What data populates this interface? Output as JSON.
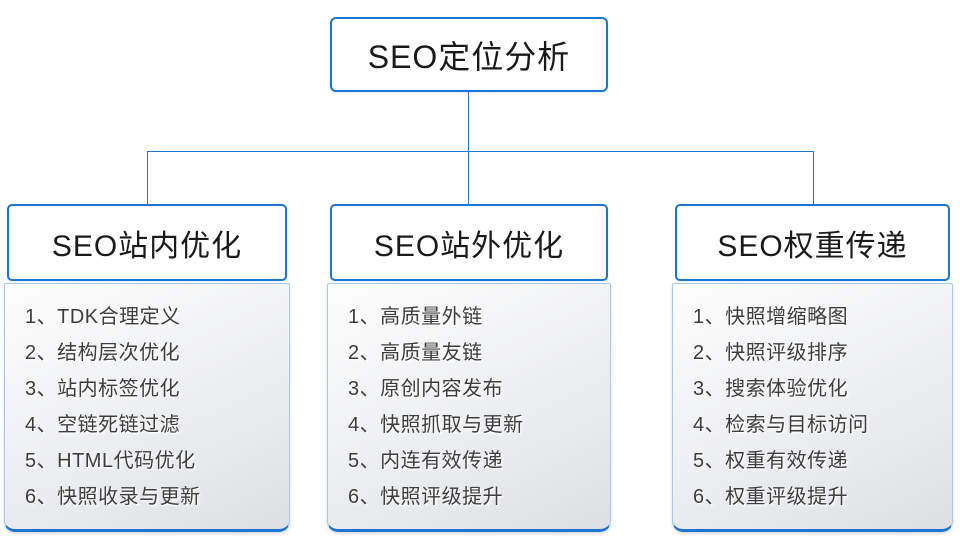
{
  "root": {
    "title": "SEO定位分析"
  },
  "branches": [
    {
      "title": "SEO站内优化",
      "items": [
        "1、TDK合理定义",
        "2、结构层次优化",
        "3、站内标签优化",
        "4、空链死链过滤",
        "5、HTML代码优化",
        "6、快照收录与更新"
      ]
    },
    {
      "title": "SEO站外优化",
      "items": [
        "1、高质量外链",
        "2、高质量友链",
        "3、原创内容发布",
        "4、快照抓取与更新",
        "5、内连有效传递",
        "6、快照评级提升"
      ]
    },
    {
      "title": "SEO权重传递",
      "items": [
        "1、快照增缩略图",
        "2、快照评级排序",
        "3、搜索体验优化",
        "4、检索与目标访问",
        "5、权重有效传递",
        "6、权重评级提升"
      ]
    }
  ],
  "colors": {
    "accent_blue": "#1b75d2",
    "connector_blue": "#1e78cf",
    "panel_gradient_top": "#fdfdfd",
    "panel_gradient_bottom": "#dddfe3",
    "item_text": "#3d3d3d"
  }
}
